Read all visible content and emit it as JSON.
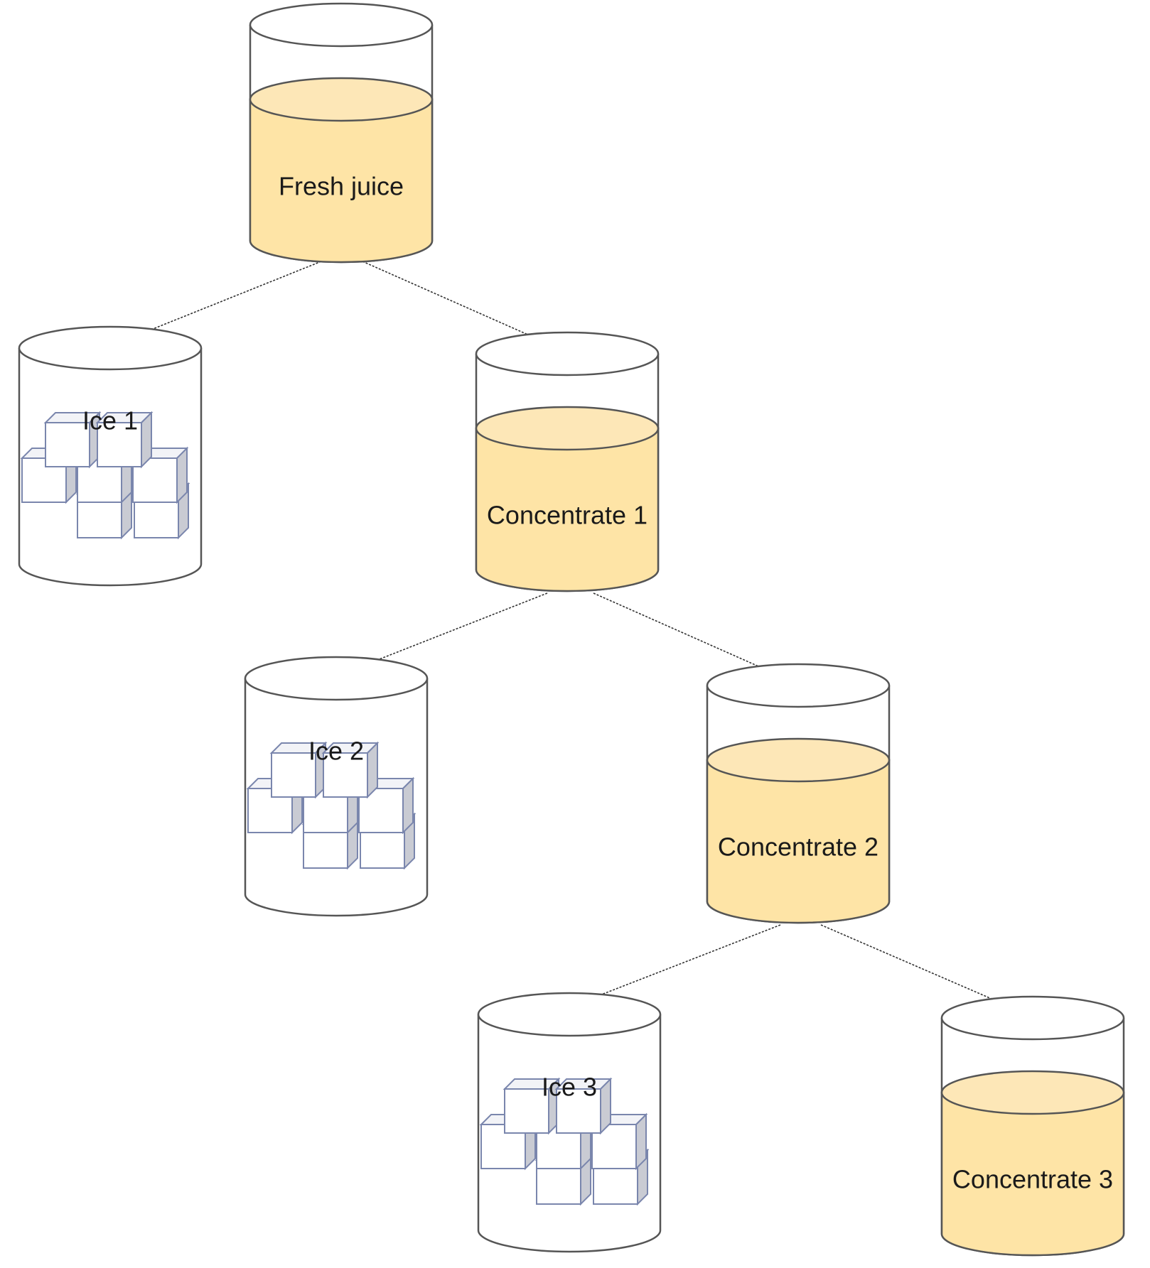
{
  "nodes": [
    {
      "id": "fresh-juice",
      "kind": "juice",
      "label": "Fresh juice"
    },
    {
      "id": "ice-1",
      "kind": "ice",
      "label": "Ice 1"
    },
    {
      "id": "concentrate-1",
      "kind": "juice",
      "label": "Concentrate 1"
    },
    {
      "id": "ice-2",
      "kind": "ice",
      "label": "Ice 2"
    },
    {
      "id": "concentrate-2",
      "kind": "juice",
      "label": "Concentrate 2"
    },
    {
      "id": "ice-3",
      "kind": "ice",
      "label": "Ice 3"
    },
    {
      "id": "concentrate-3",
      "kind": "juice",
      "label": "Concentrate 3"
    }
  ],
  "edges": [
    {
      "from": "fresh-juice",
      "to": "ice-1"
    },
    {
      "from": "fresh-juice",
      "to": "concentrate-1"
    },
    {
      "from": "concentrate-1",
      "to": "ice-2"
    },
    {
      "from": "concentrate-1",
      "to": "concentrate-2"
    },
    {
      "from": "concentrate-2",
      "to": "ice-3"
    },
    {
      "from": "concentrate-2",
      "to": "concentrate-3"
    }
  ],
  "colors": {
    "juice_fill": "#fee4a6",
    "juice_surface": "#fde7b7",
    "outline": "#555555",
    "ice_outline": "#7a86ad",
    "ice_side": "#c9cbd3"
  }
}
